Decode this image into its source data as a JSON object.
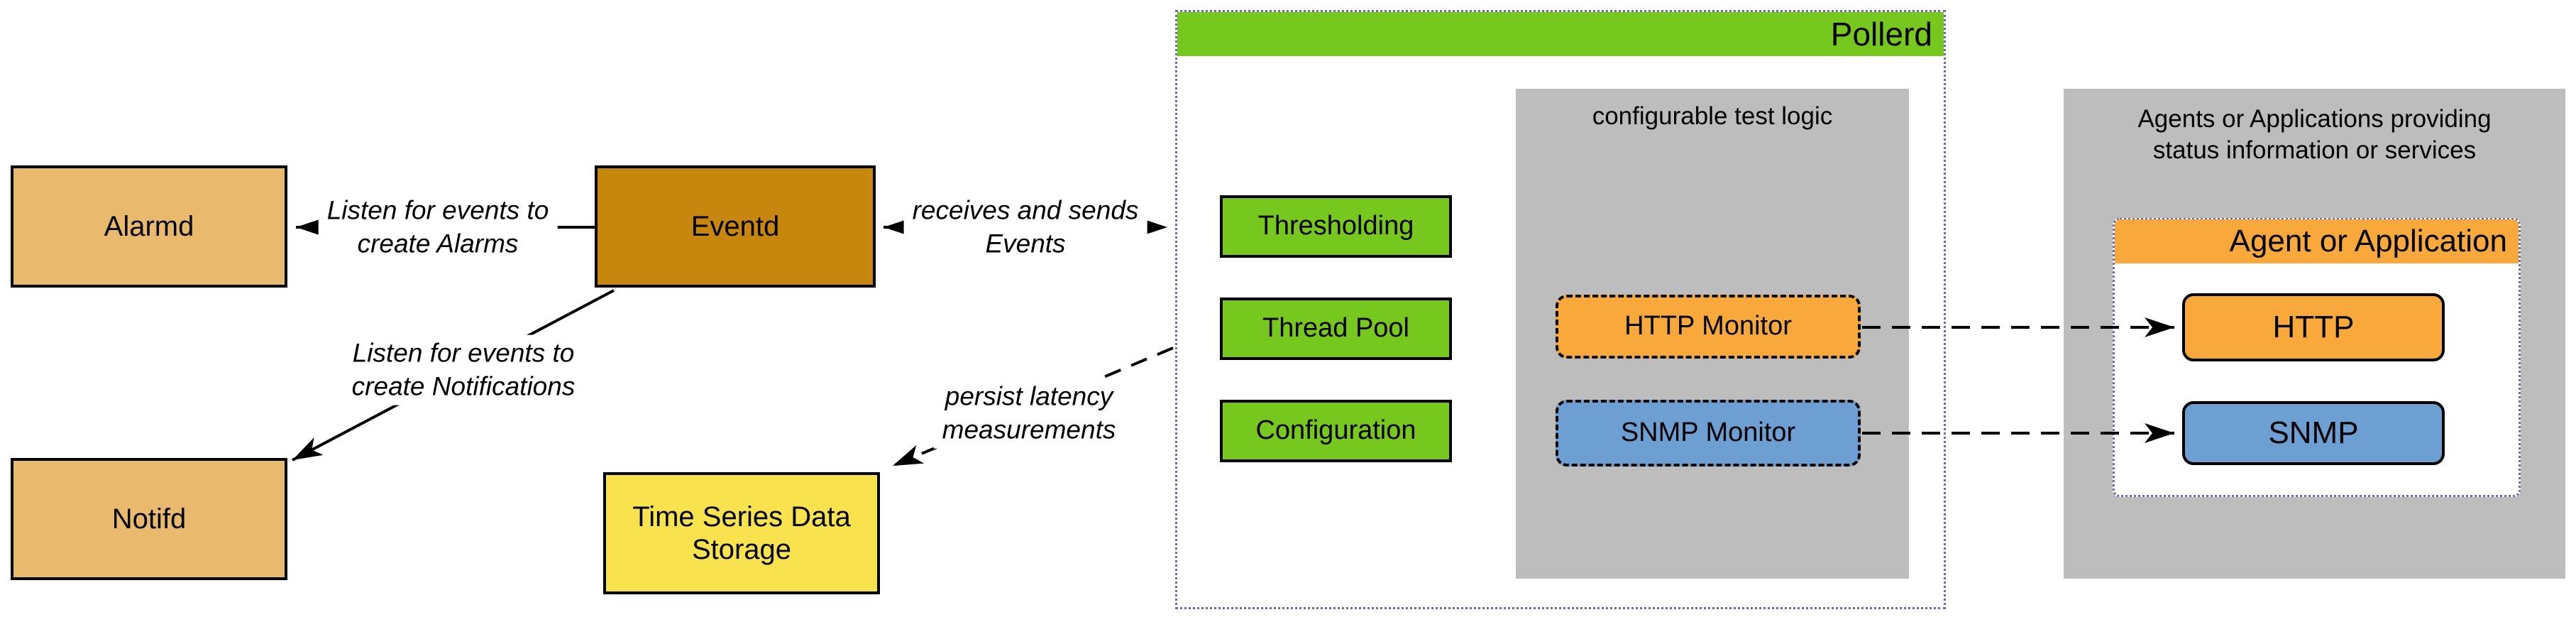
{
  "colors": {
    "tan": "#e9ba6e",
    "gold": "#c7860d",
    "yellow": "#f8e34e",
    "green": "#76c81e",
    "orange": "#f9a93c",
    "blue": "#6d9fd2",
    "gray": "#bdbdbd",
    "dotted_border": "#6a6aa5",
    "line": "#000000",
    "background": "#ffffff"
  },
  "nodes": {
    "alarmd": "Alarmd",
    "eventd": "Eventd",
    "notifd": "Notifd",
    "tsds": "Time Series Data\nStorage"
  },
  "connectors": {
    "alarms_label": "Listen for events to\ncreate Alarms",
    "notifications_label": "Listen for events to\ncreate Notifications",
    "events_label": "receives and sends\nEvents",
    "persist_label": "persist latency\nmeasurements"
  },
  "pollerd": {
    "title": "Pollerd",
    "modules": [
      "Thresholding",
      "Thread Pool",
      "Configuration"
    ],
    "test_logic_caption": "configurable test logic",
    "monitors": [
      {
        "label": "HTTP Monitor"
      },
      {
        "label": "SNMP Monitor"
      }
    ]
  },
  "agents": {
    "caption": "Agents or Applications providing\nstatus information or services",
    "agent_box_title": "Agent or Application",
    "services": [
      {
        "label": "HTTP"
      },
      {
        "label": "SNMP"
      }
    ]
  }
}
